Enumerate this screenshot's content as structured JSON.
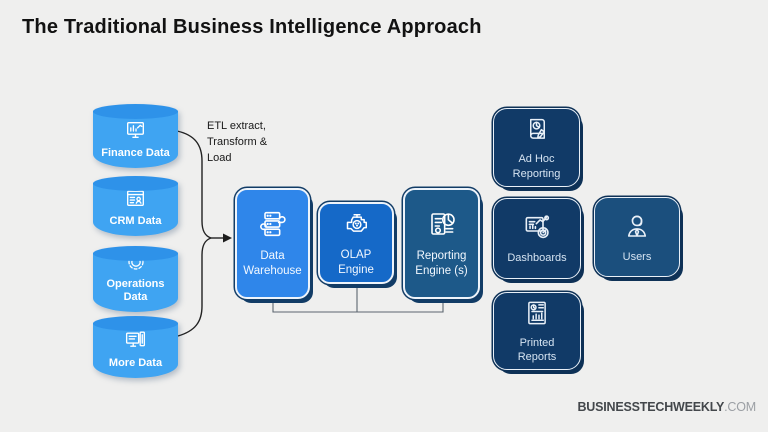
{
  "title": "The Traditional Business Intelligence Approach",
  "etl_note": "ETL extract,\nTransform &\nLoad",
  "sources": {
    "items": [
      {
        "label": "Finance Data",
        "icon": "finance-chart-icon"
      },
      {
        "label": "CRM Data",
        "icon": "crm-icon"
      },
      {
        "label": "Operations Data",
        "icon": "operations-gear-icon"
      },
      {
        "label": "More Data",
        "icon": "more-data-icon"
      }
    ]
  },
  "pipeline": {
    "items": [
      {
        "label": "Data Warehouse",
        "icon": "data-warehouse-icon",
        "color": "#2f86ea"
      },
      {
        "label": "OLAP Engine",
        "icon": "olap-engine-icon",
        "color": "#1569c8"
      },
      {
        "label": "Reporting Engine (s)",
        "icon": "reporting-engine-icon",
        "color": "#1d5989"
      }
    ]
  },
  "outputs": {
    "items": [
      {
        "label": "Ad Hoc Reporting",
        "icon": "ad-hoc-reporting-icon",
        "color": "#113a67"
      },
      {
        "label": "Dashboards",
        "icon": "dashboards-icon",
        "color": "#113a67"
      },
      {
        "label": "Users",
        "icon": "users-icon",
        "color": "#1b4f7d"
      },
      {
        "label": "Printed Reports",
        "icon": "printed-reports-icon",
        "color": "#113a67"
      }
    ]
  },
  "colors": {
    "background": "#efefee",
    "cylinder": "#3fa4f2",
    "cylinder_top": "#2e92e9",
    "warehouse_blue": "#2f86ea",
    "olap_blue": "#1569c8",
    "reporting_blue": "#1d5989",
    "navy": "#113a67",
    "users_navy": "#1b4f7d",
    "title_text": "#121212"
  },
  "footer": {
    "brand": "BUSINESSTECHWEEKLY",
    "domain": ".COM"
  }
}
